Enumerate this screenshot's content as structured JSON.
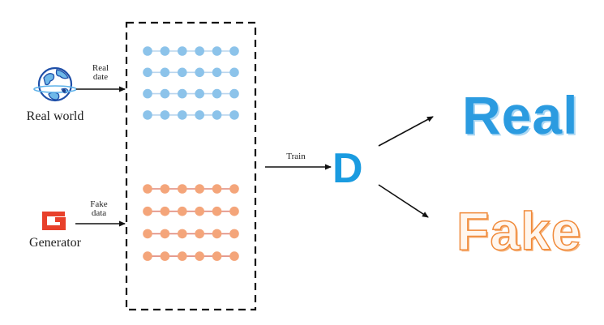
{
  "inputs": {
    "real_world": {
      "caption": "Real world",
      "edge_label_line1": "Real",
      "edge_label_line2": "date",
      "icon": "globe-icon"
    },
    "generator": {
      "caption": "Generator",
      "edge_label_line1": "Fake",
      "edge_label_line2": "data",
      "icon": "generator-g-icon",
      "icon_letter": "G"
    }
  },
  "dataset_box": {
    "real_rows": 4,
    "fake_rows": 4,
    "nodes_per_row": 6,
    "real_color": "#8cc3ea",
    "real_line_color": "#b9d5ee",
    "fake_color": "#f4a57a",
    "fake_line_color": "#e0887a"
  },
  "train_edge": {
    "label": "Train"
  },
  "discriminator": {
    "letter": "D",
    "color": "#1a9be0"
  },
  "outputs": {
    "real": {
      "label": "Real",
      "color": "#2b9be0"
    },
    "fake": {
      "label": "Fake",
      "color": "#f08a3a"
    }
  }
}
